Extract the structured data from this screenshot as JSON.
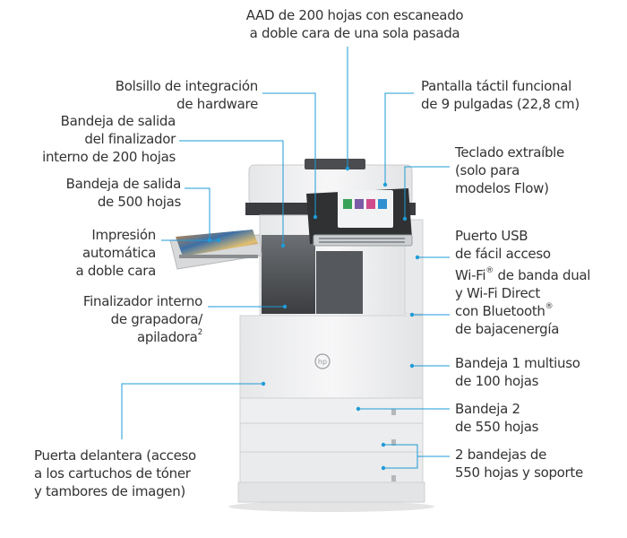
{
  "accent_color": "#1e9bd7",
  "brand_logo": "hp",
  "callouts": {
    "adf": {
      "lines": [
        "AAD de 200 hojas con escaneado",
        "a doble cara de una sola pasada"
      ]
    },
    "touchscreen": {
      "lines": [
        "Pantalla táctil funcional",
        "de 9 pulgadas (22,8 cm)"
      ]
    },
    "hardware_pocket": {
      "lines": [
        "Bolsillo de integración",
        "de hardware"
      ]
    },
    "finisher_bin": {
      "lines": [
        "Bandeja de salida",
        "del finalizador",
        "interno de 200 hojas"
      ]
    },
    "keyboard": {
      "lines": [
        "Teclado extraíble",
        "(solo para",
        "modelos Flow)"
      ]
    },
    "output_bin": {
      "lines": [
        "Bandeja de salida",
        "de 500 hojas"
      ]
    },
    "usb": {
      "lines": [
        "Puerto USB",
        "de fácil acceso"
      ]
    },
    "duplex": {
      "lines": [
        "Impresión",
        "automática",
        "a doble cara"
      ]
    },
    "wireless": {
      "line1": "Wi-Fi",
      "line1_mark": "®",
      "line1_rest": " de banda dual",
      "line2": "y Wi-Fi Direct",
      "line3": "con Bluetooth",
      "line3_mark": "®",
      "line4": "de bajacenergía"
    },
    "stapler": {
      "line1": "Finalizador interno",
      "line2": "de grapadora/",
      "line3": "apiladora",
      "line3_mark": "2"
    },
    "tray1": {
      "lines": [
        "Bandeja 1 multiuso",
        "de 100 hojas"
      ]
    },
    "tray2": {
      "lines": [
        "Bandeja 2",
        "de 550 hojas"
      ]
    },
    "front_door": {
      "lines": [
        "Puerta delantera (acceso",
        "a los cartuchos de tóner",
        "y tambores de imagen)"
      ]
    },
    "trays_stand": {
      "lines": [
        "2 bandejas de",
        "550 hojas y soporte"
      ]
    }
  }
}
